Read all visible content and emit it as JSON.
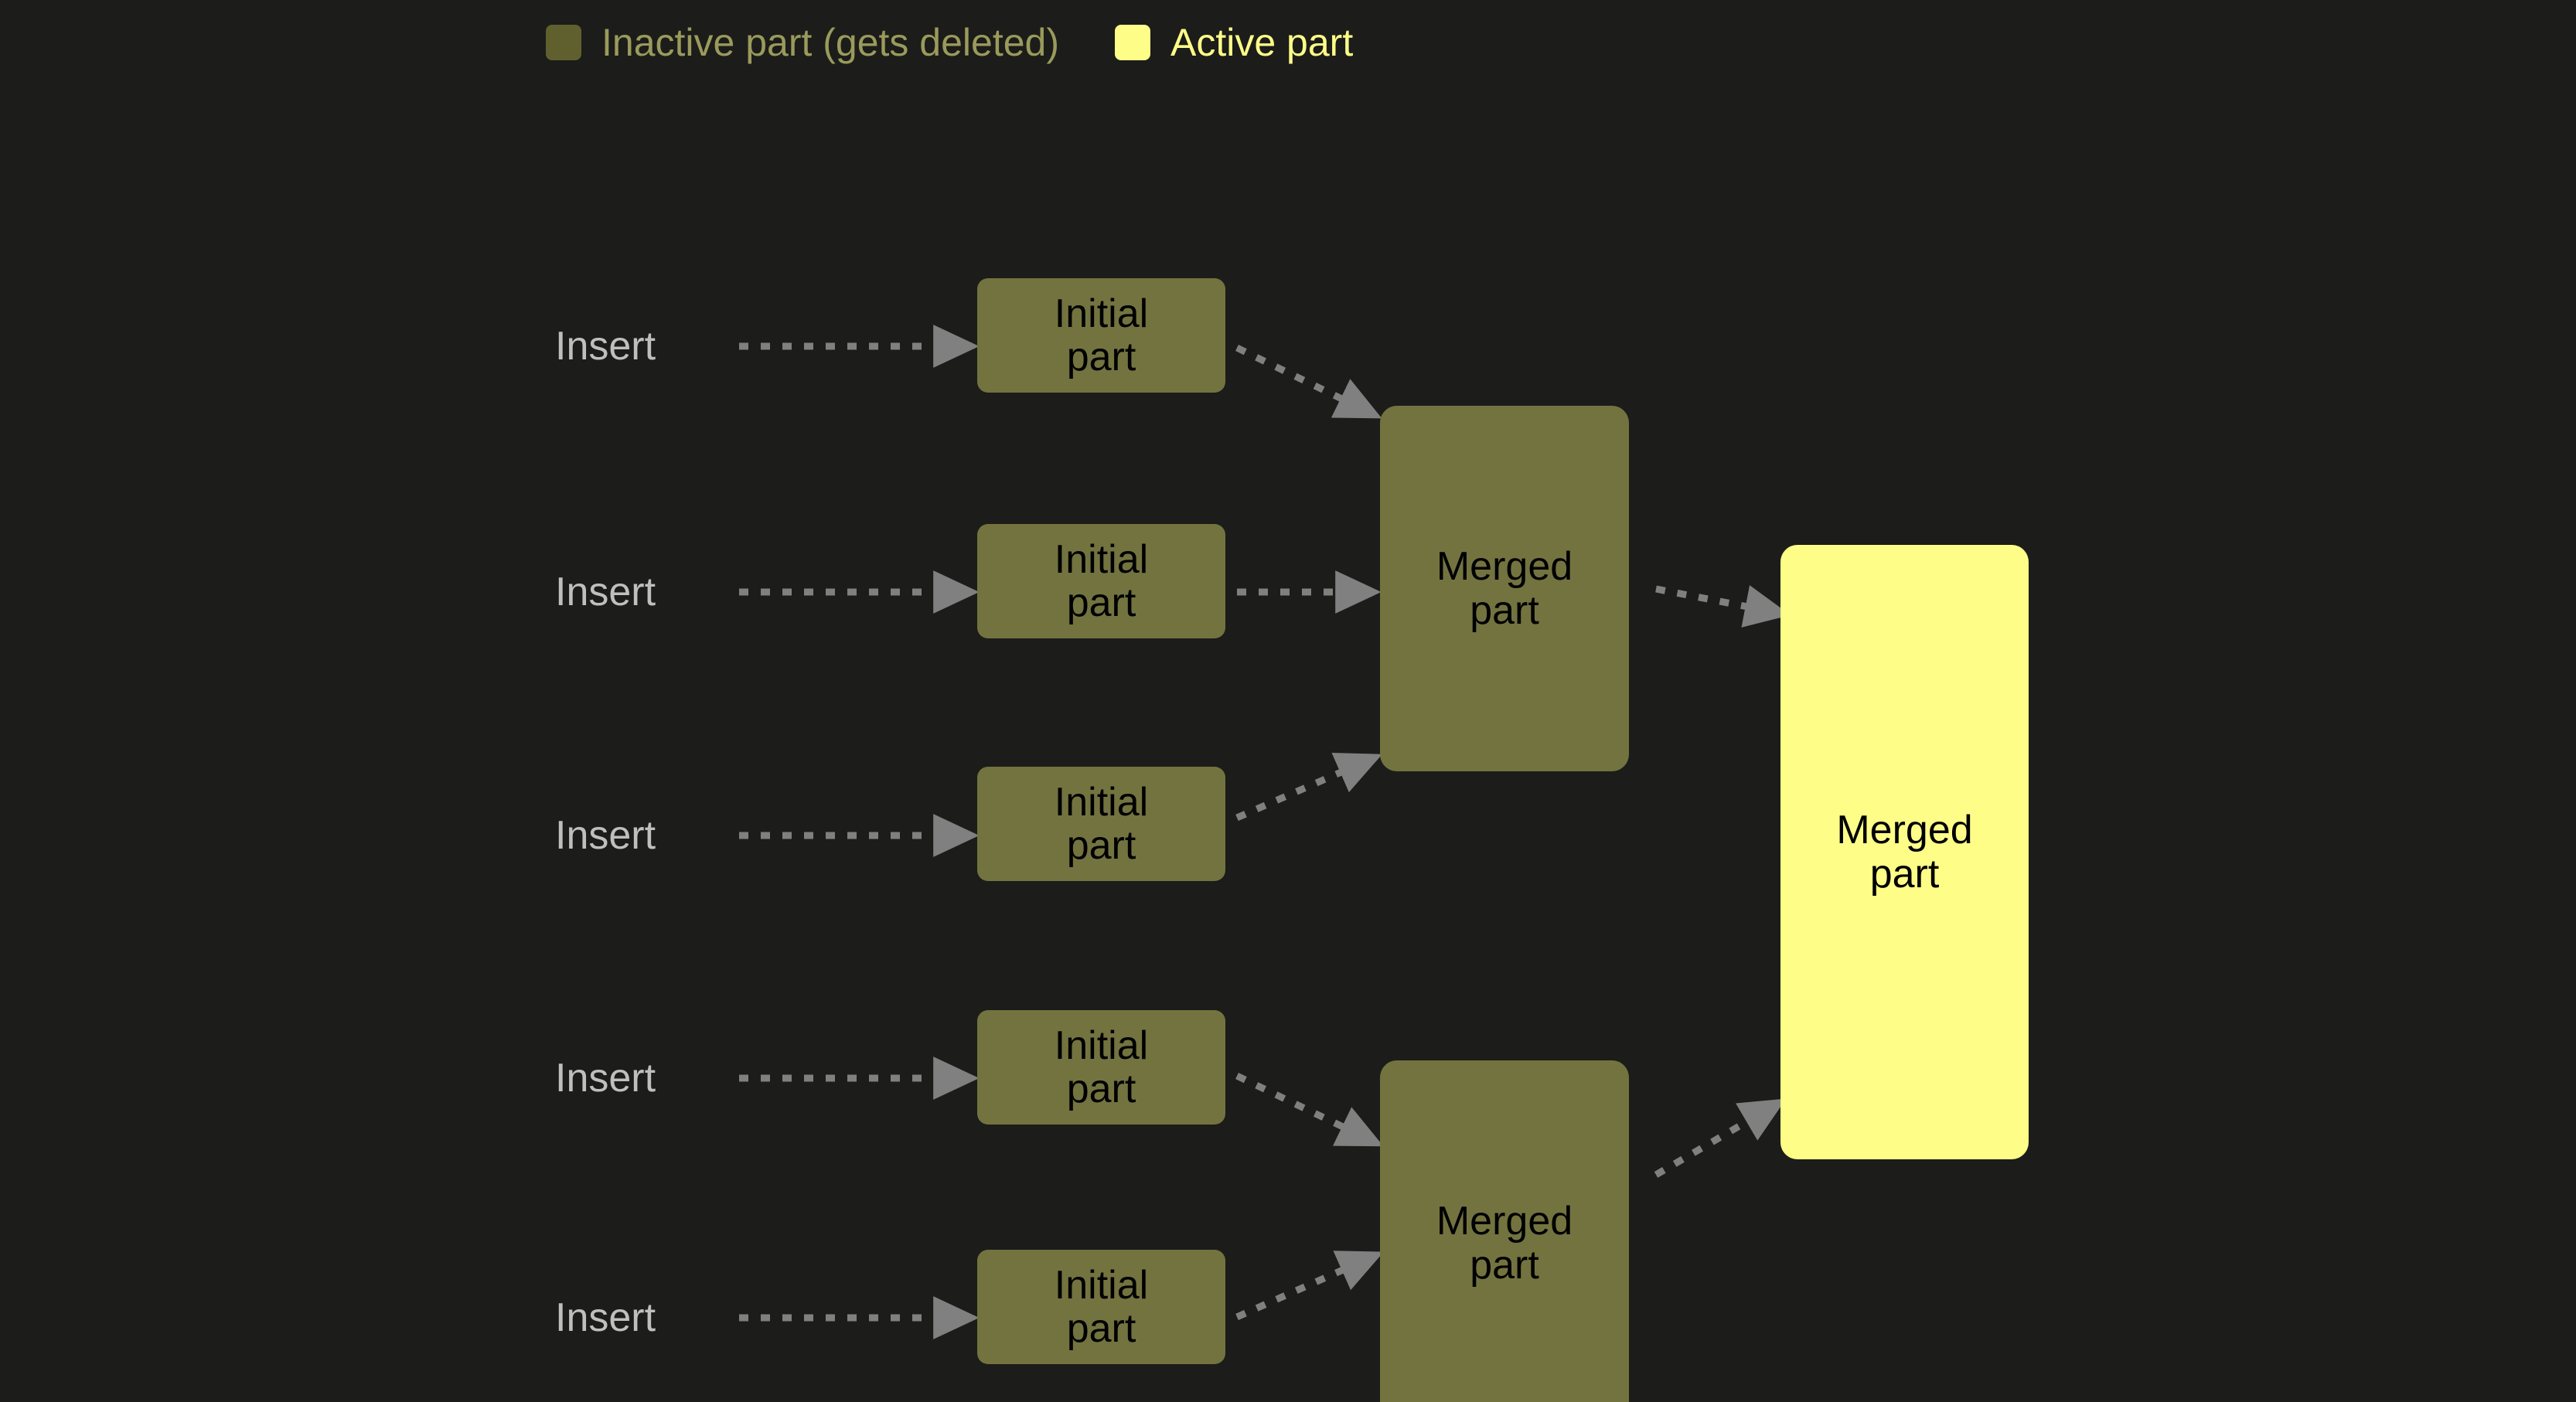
{
  "background_color": "#1c1c1a",
  "legend": {
    "items": [
      {
        "label": "Inactive part (gets deleted)",
        "swatch_color": "#60602f",
        "text_color": "#9a9a5c",
        "state": "inactive"
      },
      {
        "label": "Active part",
        "swatch_color": "#fdfd88",
        "text_color": "#fdfd88",
        "state": "active"
      }
    ]
  },
  "colors": {
    "inactive_fill": "#737340",
    "active_fill": "#fdfd88",
    "node_text": "#000000",
    "insert_text": "#bfbfbf",
    "arrow": "#808080"
  },
  "inserts": [
    {
      "label": "Insert"
    },
    {
      "label": "Insert"
    },
    {
      "label": "Insert"
    },
    {
      "label": "Insert"
    },
    {
      "label": "Insert"
    }
  ],
  "initial_parts": [
    {
      "line1": "Initial",
      "line2": "part",
      "state": "inactive"
    },
    {
      "line1": "Initial",
      "line2": "part",
      "state": "inactive"
    },
    {
      "line1": "Initial",
      "line2": "part",
      "state": "inactive"
    },
    {
      "line1": "Initial",
      "line2": "part",
      "state": "inactive"
    },
    {
      "line1": "Initial",
      "line2": "part",
      "state": "inactive"
    }
  ],
  "merged_parts": [
    {
      "line1": "Merged",
      "line2": "part",
      "state": "inactive"
    },
    {
      "line1": "Merged",
      "line2": "part",
      "state": "inactive"
    }
  ],
  "final_part": {
    "line1": "Merged",
    "line2": "part",
    "state": "active"
  }
}
